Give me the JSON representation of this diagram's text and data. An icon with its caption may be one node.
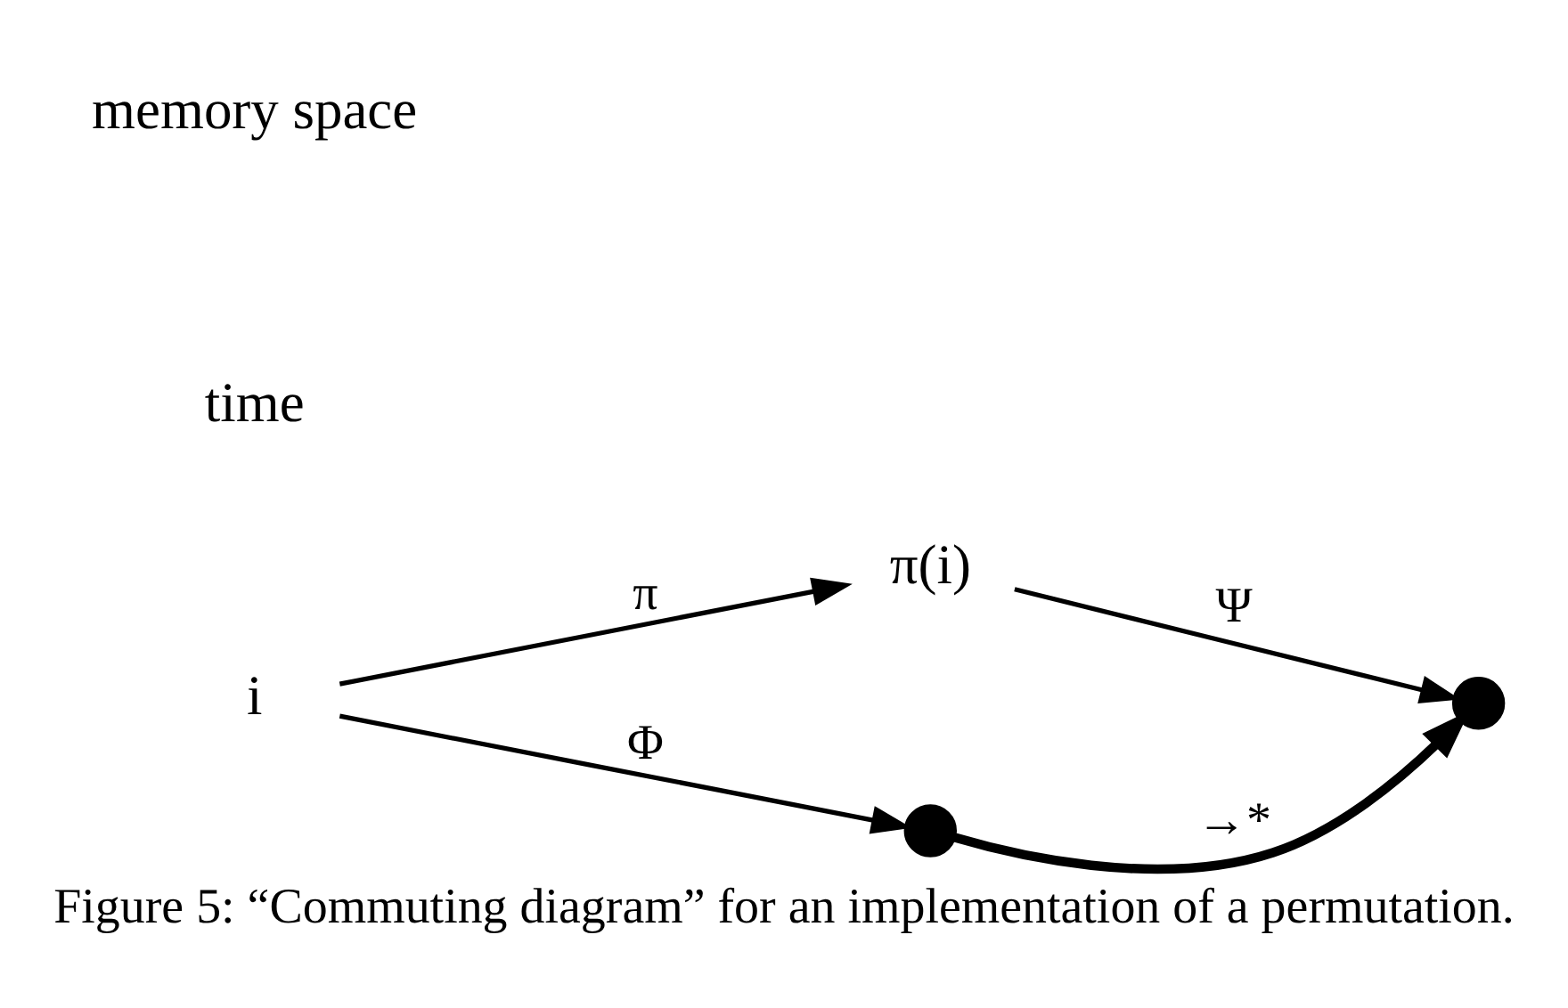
{
  "diagram": {
    "caption": "Figure 5: “Commuting diagram” for an implementation of a permutation.",
    "nodes": [
      {
        "text": [
          "π(i)"
        ]
      },
      {
        "text": [
          "i"
        ]
      },
      {
        "text": [],
        "shape": "circle"
      },
      {
        "text": [],
        "shape": "circle"
      }
    ],
    "edges": [
      {
        "from": 1,
        "to": 0,
        "arrow": "to",
        "label": "π"
      },
      {
        "from": 1,
        "to": 2,
        "arrow": "to",
        "label": "Φ"
      },
      {
        "from": 0,
        "to": 3,
        "arrow": "to",
        "label": "Ψ"
      },
      {
        "from": 2,
        "to": 3,
        "arrow": "to",
        "label": "→*",
        "style": "thick"
      }
    ],
    "labels": [
      "time",
      "memory space"
    ]
  }
}
